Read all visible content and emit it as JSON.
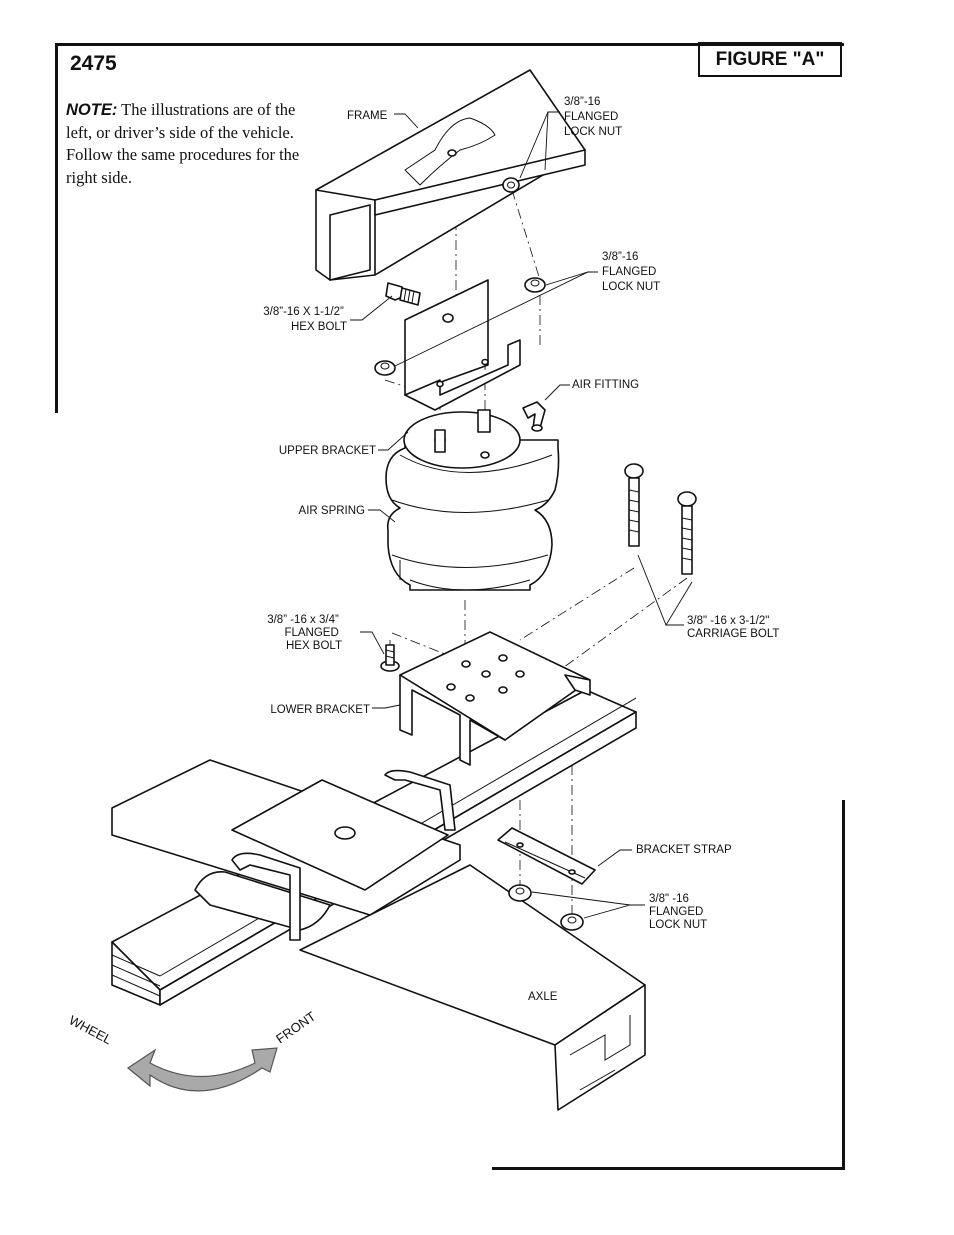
{
  "page": {
    "part_number": "2475",
    "figure_label": "FIGURE \"A\""
  },
  "note": {
    "label": "NOTE:",
    "text": " The illustrations are of the left, or driver’s side of the vehicle. Follow the same procedures for the right side."
  },
  "labels": {
    "frame": "FRAME",
    "flanged_lock_nut_top": [
      "3/8”-16",
      "FLANGED",
      "LOCK NUT"
    ],
    "flanged_lock_nut_mid": [
      "3/8”-16",
      "FLANGED",
      "LOCK NUT"
    ],
    "hex_bolt": [
      "3/8”-16 X 1-1/2”",
      "HEX BOLT"
    ],
    "air_fitting": "AIR FITTING",
    "upper_bracket": "UPPER BRACKET",
    "air_spring": "AIR SPRING",
    "flanged_hex_bolt": [
      "3/8” -16  x 3/4”",
      "FLANGED",
      "HEX BOLT"
    ],
    "carriage_bolt": [
      "3/8\" -16  x 3-1/2\"",
      "CARRIAGE BOLT"
    ],
    "lower_bracket": "LOWER BRACKET",
    "bracket_strap": "BRACKET STRAP",
    "flanged_lock_nut_bottom": [
      "3/8\" -16",
      "FLANGED",
      "LOCK NUT"
    ],
    "axle": "AXLE",
    "wheel": "WHEEL",
    "front": "FRONT"
  },
  "colors": {
    "ink": "#111111",
    "arrow_fill": "#a9a9a9",
    "background": "#ffffff"
  }
}
